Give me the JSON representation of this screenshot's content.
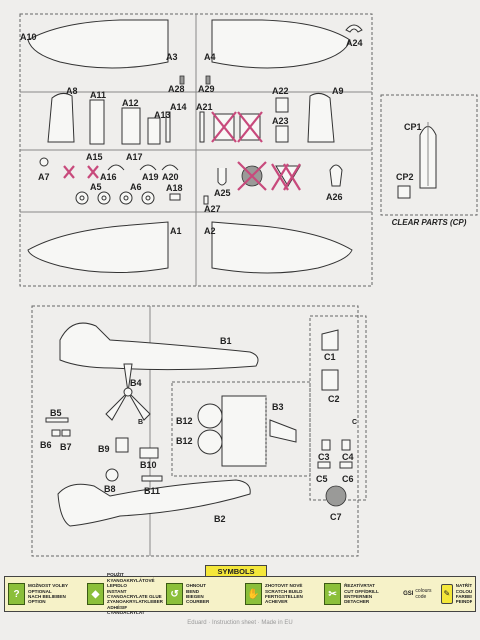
{
  "parts": {
    "A1": "A1",
    "A2": "A2",
    "A3": "A3",
    "A4": "A4",
    "A5": "A5",
    "A6": "A6",
    "A7": "A7",
    "A8": "A8",
    "A9": "A9",
    "A10": "A10",
    "A11": "A11",
    "A12": "A12",
    "A13": "A13",
    "A14": "A14",
    "A15": "A15",
    "A16": "A16",
    "A17": "A17",
    "A18": "A18",
    "A19": "A19",
    "A20": "A20",
    "A21": "A21",
    "A22": "A22",
    "A23": "A23",
    "A24": "A24",
    "A25": "A25",
    "A26": "A26",
    "A27": "A27",
    "A28": "A28",
    "A29": "A29",
    "B1": "B1",
    "B2": "B2",
    "B3": "B3",
    "B4": "B4",
    "B5": "B5",
    "B6": "B6",
    "B7": "B7",
    "B8": "B8",
    "B9": "B9",
    "B10": "B10",
    "B11": "B11",
    "B12a": "B12",
    "B12b": "B12",
    "C1": "C1",
    "C2": "C2",
    "C3": "C3",
    "C4": "C4",
    "C5": "C5",
    "C6": "C6",
    "C7": "C7",
    "CP1": "CP1",
    "CP2": "CP2"
  },
  "sprue_letters": {
    "B": "B",
    "C": "C"
  },
  "clear_parts_caption": "CLEAR PARTS (CP)",
  "symbols": {
    "title": "SYMBOLS",
    "items": [
      {
        "icon": "?",
        "text": "MOŽNOST VOLBY\nOPTIONAL\nNACH BELIEBEN\nOPTION"
      },
      {
        "icon": "◆",
        "text": "POUŽIT KYANOAKRYLÁTOVÉ LEPIDLO\nINSTANT CYANOACRYLATE GLUE\nZYANOAKRYLATKLEBER\nADHÉSIF CYANOACRYLAT"
      },
      {
        "icon": "↺",
        "text": "OHNOUT\nBEND\nBIEGEN\nCOURBER"
      },
      {
        "icon": "✋",
        "text": "ZHOTOVIT NOVÉ\nSCRATCH BUILD\nFERTIGSTELLEN\nACHEVER"
      },
      {
        "icon": "✂",
        "text": "ŘEZAT/VRTAT\nCUT OFF/DRILL\nENTFERNEN\nDETACHER"
      }
    ],
    "gsi": {
      "label": "GSI",
      "sub": "colours code"
    },
    "paint": {
      "icon": "✎",
      "text": "NATŘÍT\nCOLOUR\nFARBEN\nPEINDRE"
    }
  },
  "footer": "Eduard · Instruction sheet · Made in EU"
}
